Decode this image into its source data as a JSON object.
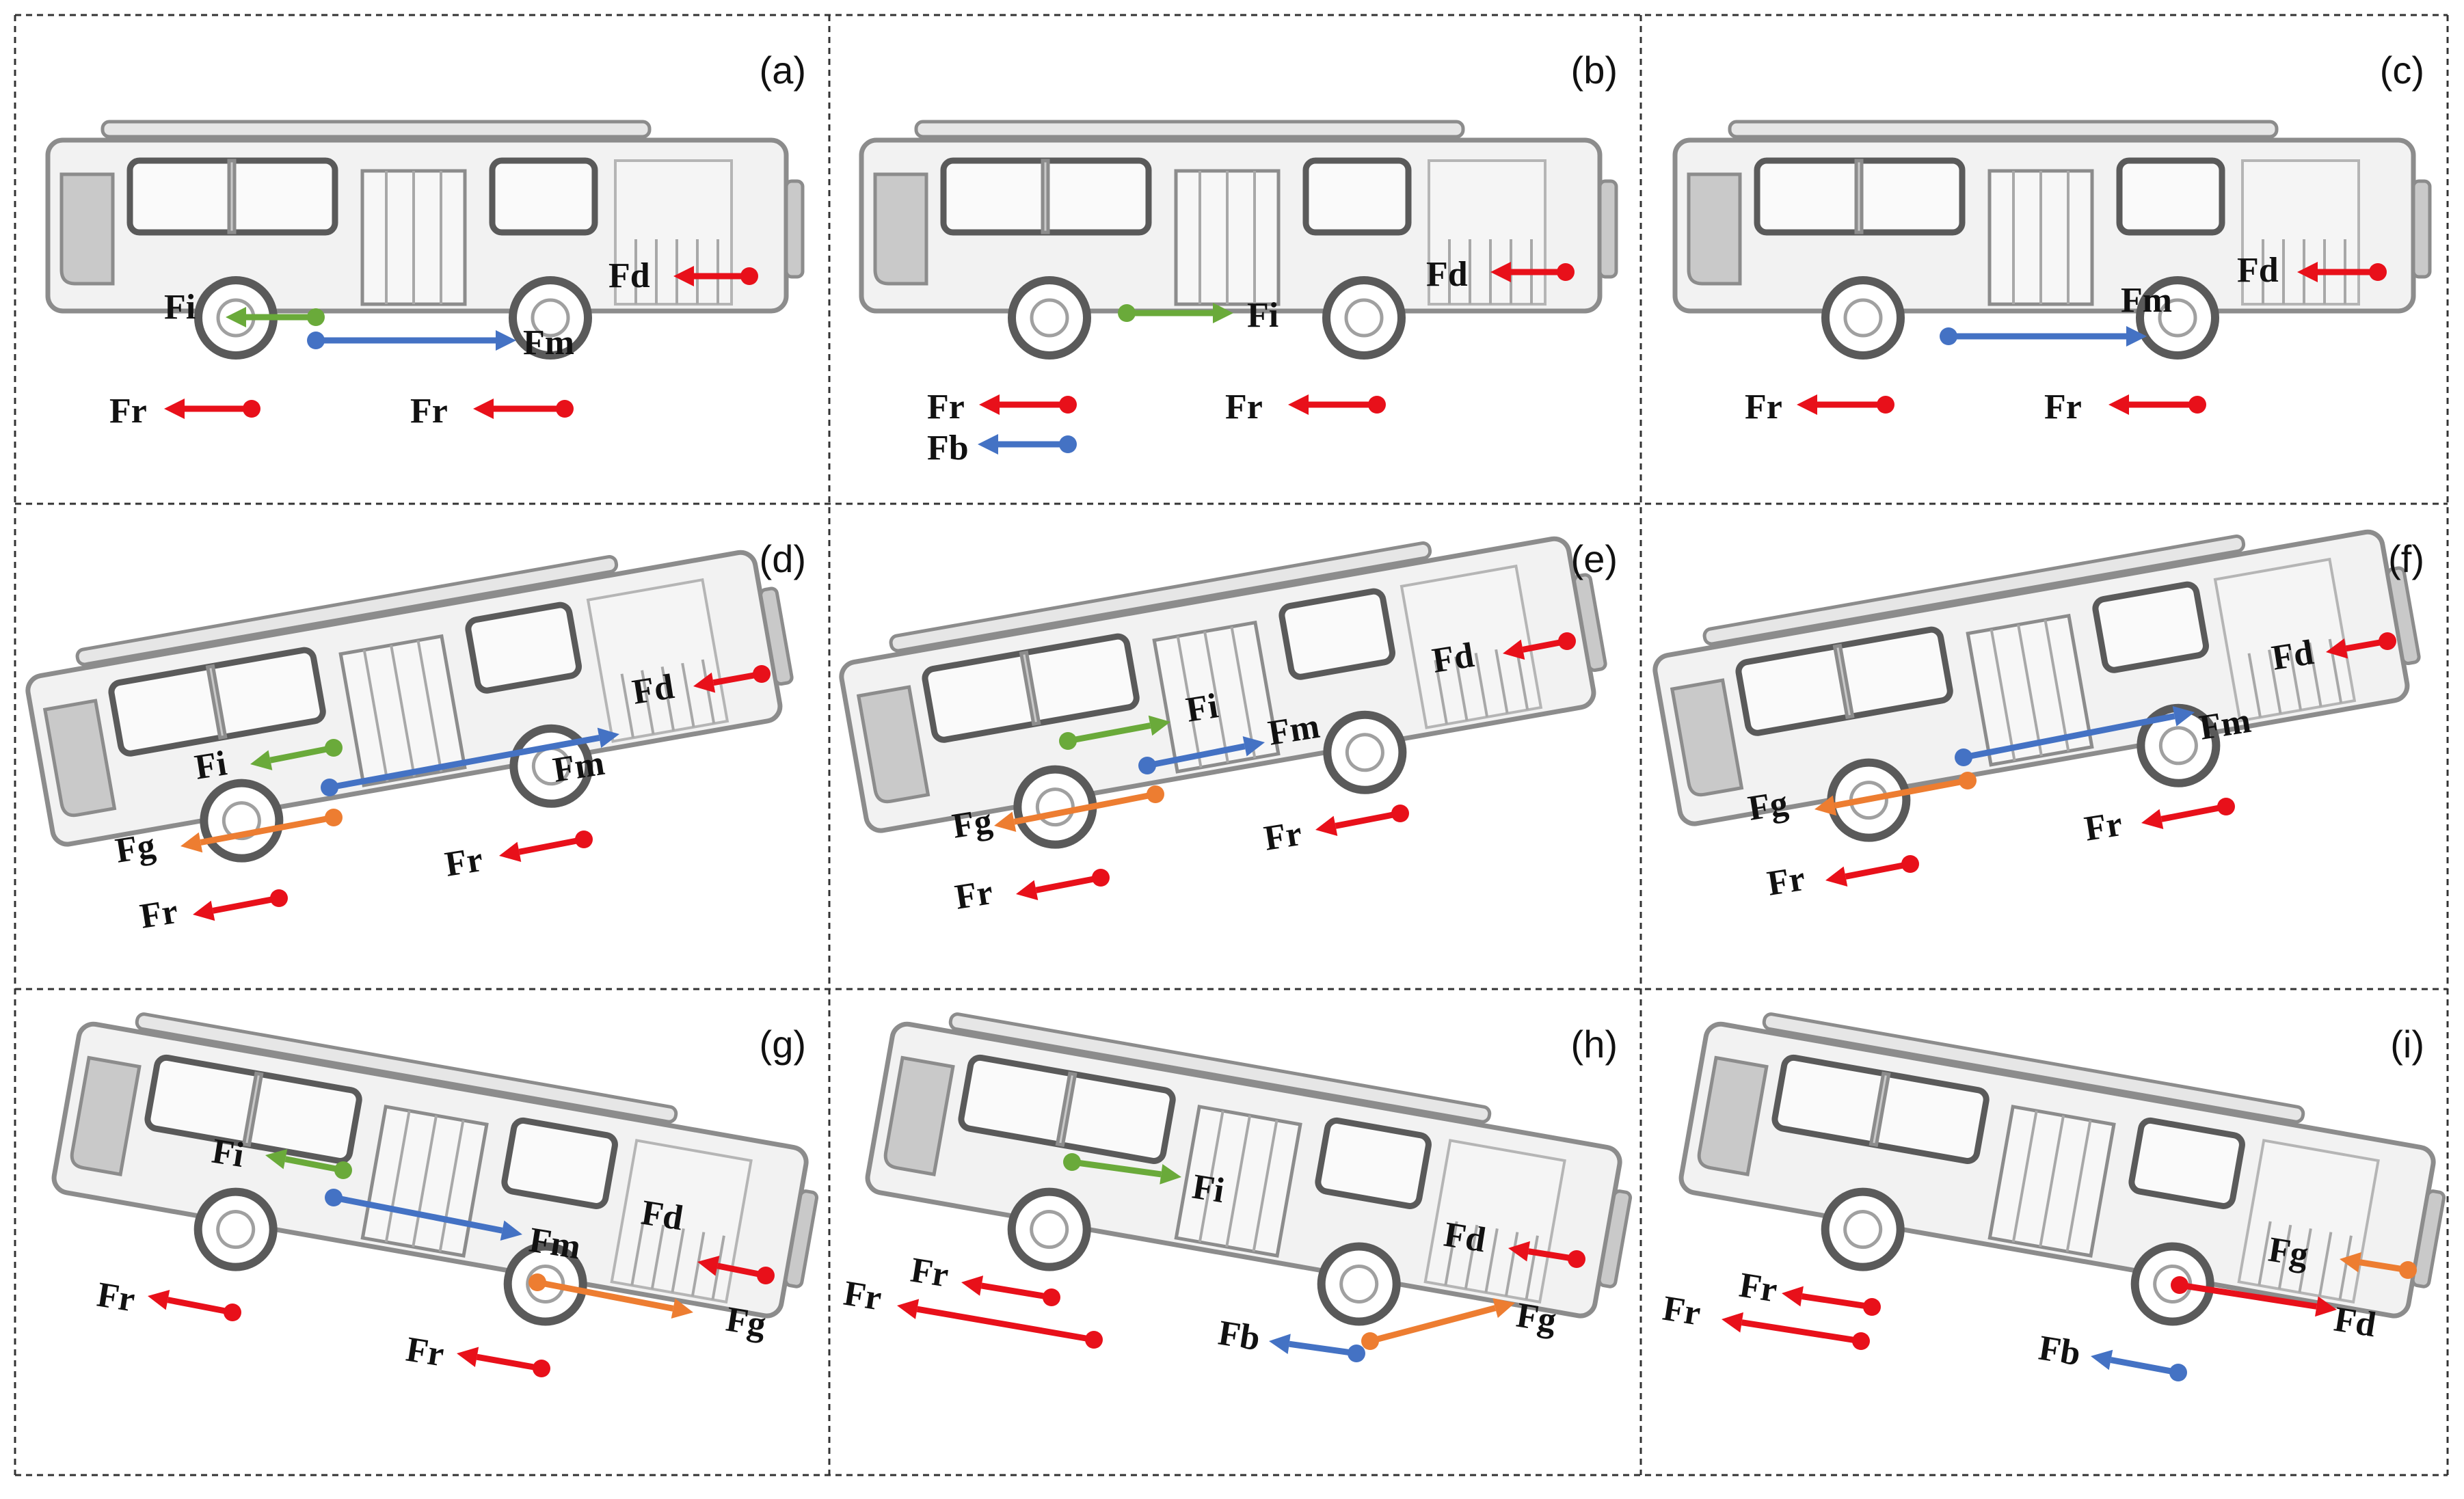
{
  "colors": {
    "red": "#e8101a",
    "green": "#6aaa3a",
    "blue": "#4472c4",
    "orange": "#ed7d31",
    "bus_body": "#f2f2f2",
    "bus_outline": "#8c8c8c",
    "bus_dark": "#5a5a5a"
  },
  "icons": [
    "bus-illustration-icon",
    "wheel-icon"
  ],
  "panels": [
    {
      "label": "(a)",
      "angle": 0,
      "forces": [
        {
          "name": "Fi",
          "color": "green"
        },
        {
          "name": "Fm",
          "color": "blue"
        },
        {
          "name": "Fd",
          "color": "red"
        },
        {
          "name": "Fr",
          "color": "red"
        },
        {
          "name": "Fr",
          "color": "red"
        }
      ]
    },
    {
      "label": "(b)",
      "angle": 0,
      "forces": [
        {
          "name": "Fi",
          "color": "green"
        },
        {
          "name": "Fd",
          "color": "red"
        },
        {
          "name": "Fr",
          "color": "red"
        },
        {
          "name": "Fr",
          "color": "red"
        },
        {
          "name": "Fb",
          "color": "blue"
        }
      ]
    },
    {
      "label": "(c)",
      "angle": 0,
      "forces": [
        {
          "name": "Fm",
          "color": "blue"
        },
        {
          "name": "Fd",
          "color": "red"
        },
        {
          "name": "Fr",
          "color": "red"
        },
        {
          "name": "Fr",
          "color": "red"
        }
      ]
    },
    {
      "label": "(d)",
      "angle": -10,
      "forces": [
        {
          "name": "Fi",
          "color": "green"
        },
        {
          "name": "Fm",
          "color": "blue"
        },
        {
          "name": "Fd",
          "color": "red"
        },
        {
          "name": "Fg",
          "color": "orange"
        },
        {
          "name": "Fr",
          "color": "red"
        },
        {
          "name": "Fr",
          "color": "red"
        }
      ]
    },
    {
      "label": "(e)",
      "angle": -10,
      "forces": [
        {
          "name": "Fi",
          "color": "green"
        },
        {
          "name": "Fm",
          "color": "blue"
        },
        {
          "name": "Fd",
          "color": "red"
        },
        {
          "name": "Fg",
          "color": "orange"
        },
        {
          "name": "Fr",
          "color": "red"
        },
        {
          "name": "Fr",
          "color": "red"
        }
      ]
    },
    {
      "label": "(f)",
      "angle": -10,
      "forces": [
        {
          "name": "Fm",
          "color": "blue"
        },
        {
          "name": "Fd",
          "color": "red"
        },
        {
          "name": "Fg",
          "color": "orange"
        },
        {
          "name": "Fr",
          "color": "red"
        },
        {
          "name": "Fr",
          "color": "red"
        }
      ]
    },
    {
      "label": "(g)",
      "angle": 10,
      "forces": [
        {
          "name": "Fi",
          "color": "green"
        },
        {
          "name": "Fm",
          "color": "blue"
        },
        {
          "name": "Fd",
          "color": "red"
        },
        {
          "name": "Fg",
          "color": "orange"
        },
        {
          "name": "Fr",
          "color": "red"
        },
        {
          "name": "Fr",
          "color": "red"
        }
      ]
    },
    {
      "label": "(h)",
      "angle": 10,
      "forces": [
        {
          "name": "Fi",
          "color": "green"
        },
        {
          "name": "Fg",
          "color": "orange"
        },
        {
          "name": "Fd",
          "color": "red"
        },
        {
          "name": "Fr",
          "color": "red"
        },
        {
          "name": "Fr",
          "color": "red"
        },
        {
          "name": "Fb",
          "color": "blue"
        }
      ]
    },
    {
      "label": "(i)",
      "angle": 10,
      "forces": [
        {
          "name": "Fd",
          "color": "red"
        },
        {
          "name": "Fg",
          "color": "orange"
        },
        {
          "name": "Fr",
          "color": "red"
        },
        {
          "name": "Fr",
          "color": "red"
        },
        {
          "name": "Fb",
          "color": "blue"
        }
      ]
    }
  ]
}
